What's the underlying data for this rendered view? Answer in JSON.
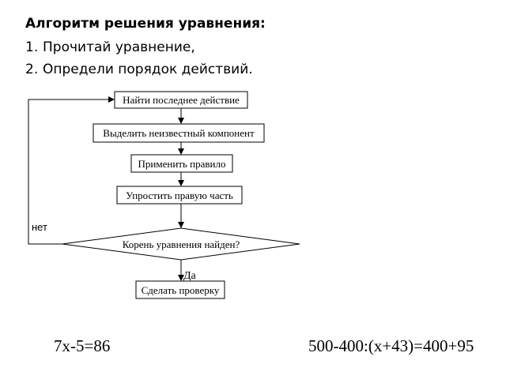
{
  "title": "Алгоритм решения уравнения:",
  "steps": [
    {
      "num": "1.",
      "text": "Прочитай уравнение,"
    },
    {
      "num": "2.",
      "text": "Определи порядок действий."
    }
  ],
  "flowchart": {
    "nodes": [
      {
        "id": "find-last-action",
        "text": "Найти последнее действие"
      },
      {
        "id": "find-unknown-component",
        "text": "Выделить неизвестный компонент"
      },
      {
        "id": "apply-rule",
        "text": "Применить правило"
      },
      {
        "id": "simplify-right-part",
        "text": "Упростить правую часть"
      },
      {
        "id": "root-found-decision",
        "text": "Корень уравнения найден?"
      },
      {
        "id": "check",
        "text": "Сделать проверку"
      }
    ],
    "no_label": "нет",
    "yes_label": "Да"
  },
  "equations": [
    "7x-5=86",
    "500-400:(x+43)=400+95"
  ]
}
